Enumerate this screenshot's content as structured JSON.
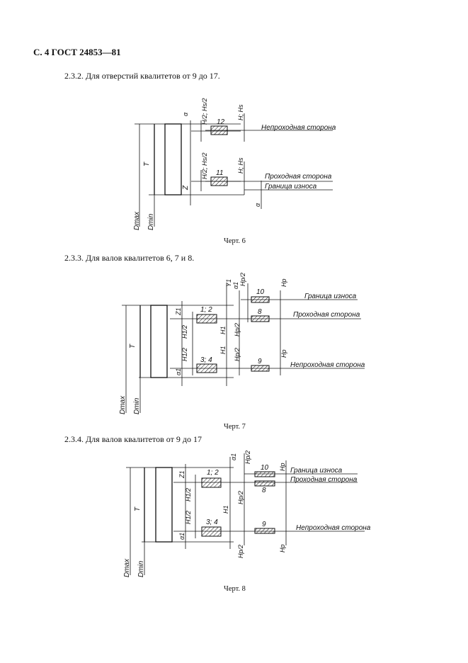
{
  "header": "С. 4  ГОСТ 24853—81",
  "sections": {
    "s1": "2.3.2. Для отверстий квалитетов от 9 до 17.",
    "s2": "2.3.3. Для валов квалитетов 6, 7 и 8.",
    "s3": "2.3.4. Для валов квалитетов от 9 до 17"
  },
  "captions": {
    "c1": "Черт. 6",
    "c2": "Черт. 7",
    "c3": "Черт. 8"
  },
  "fig6": {
    "lbl_nonpass": "Непроходная сторона",
    "lbl_pass": "Проходная сторона",
    "lbl_wear": "Граница износа",
    "box12": "12",
    "box11": "11",
    "T": "T",
    "Z": "Z",
    "alpha_top": "α",
    "alpha_bot": "α",
    "h_top_a": "H/2; Hs/2",
    "h_top_b": "H; Hs",
    "h_bot_a": "H/2; Hs/2",
    "h_bot_b": "H; Hs",
    "dmax": "Dmax",
    "dmin": "Dmin"
  },
  "fig7": {
    "lbl_wear": "Граница износа",
    "lbl_pass": "Проходная сторона",
    "lbl_nonpass": "Непроходная сторона",
    "box12": "1; 2",
    "box34": "3; 4",
    "box10": "10",
    "box8": "8",
    "box9": "9",
    "T": "T",
    "Z1": "Z1",
    "Y1": "Y1",
    "a1": "α1",
    "a1b": "α1",
    "H1_2a": "H1/2",
    "H1_2b": "H1/2",
    "H1a": "H1",
    "H1b": "H1",
    "Hp2a": "Hp/2",
    "Hp2b": "Hp/2",
    "Hp2c": "Hp/2",
    "Hpa": "Hp",
    "Hpb": "Hp",
    "dmax": "Dmax",
    "dmin": "Dmin"
  },
  "fig8": {
    "lbl_wear": "Граница износа",
    "lbl_pass": "Проходная сторона",
    "lbl_nonpass": "Непроходная сторона",
    "box12": "1; 2",
    "box34": "3; 4",
    "box10": "10",
    "box8": "8",
    "box9": "9",
    "T": "T",
    "Z1": "Z1",
    "a1": "α1",
    "a1b": "α1",
    "H1_2a": "H1/2",
    "H1_2b": "H1/2",
    "H1": "H1",
    "Hp2a": "Hp/2",
    "Hp2b": "Hp/2",
    "Hp2c": "Hp/2",
    "Hpa": "Hp",
    "Hpb": "Hp",
    "dmax": "Dmax",
    "dmin": "Dmin"
  }
}
